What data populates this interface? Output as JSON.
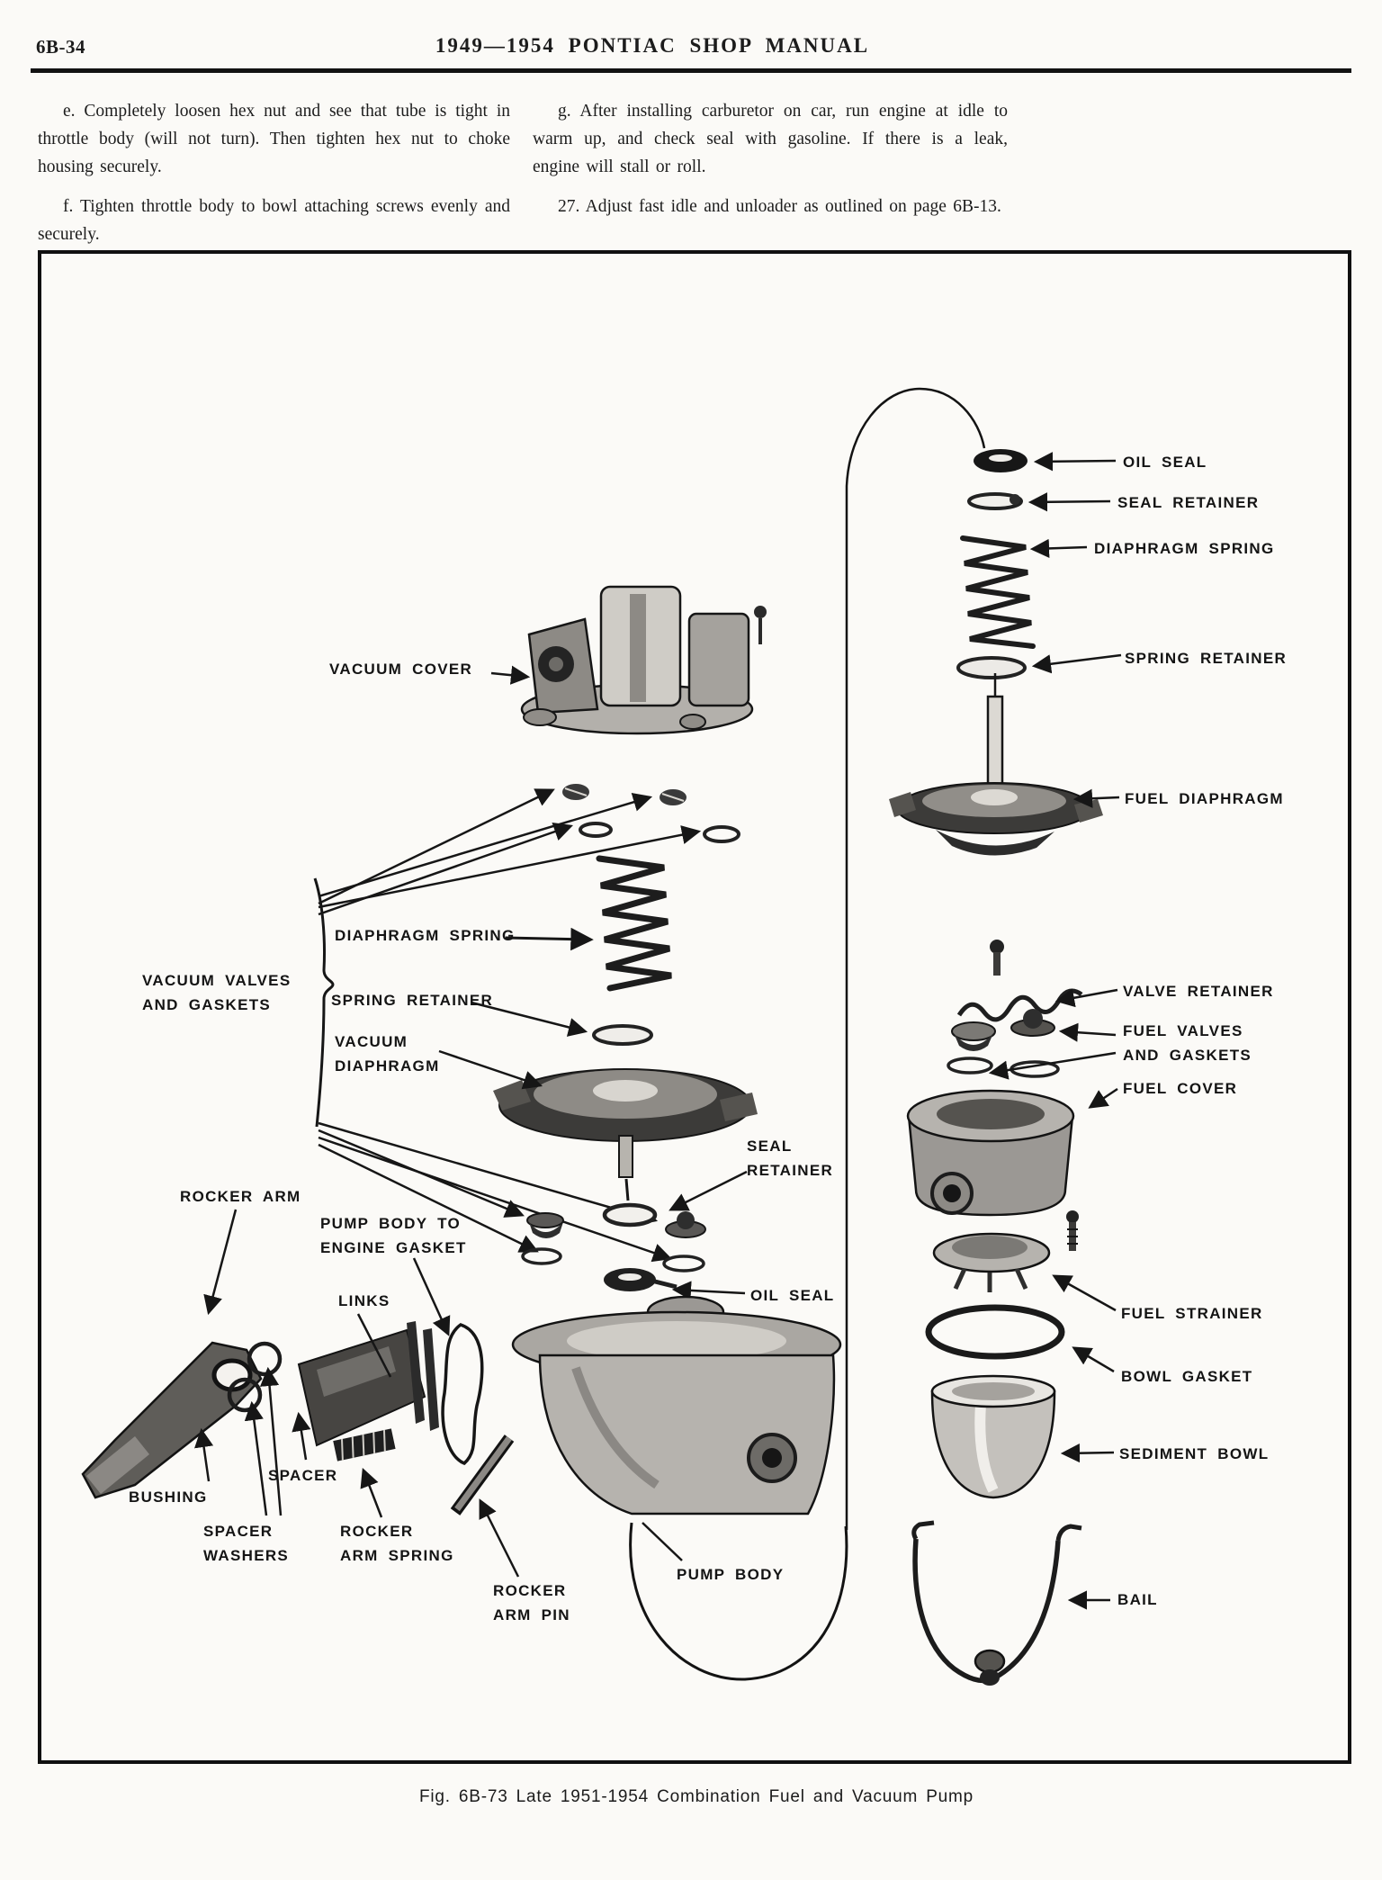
{
  "theme": {
    "paper": "#fbfaf7",
    "ink": "#1a1a1a"
  },
  "page": {
    "page_number": "6B-34",
    "header_title": "1949—1954 PONTIAC SHOP MANUAL"
  },
  "text_columns": {
    "left": [
      {
        "text": "e. Completely loosen hex nut and see that tube is tight in throttle body (will not turn).  Then tighten hex nut to choke housing securely."
      },
      {
        "text": "f. Tighten throttle body to bowl attaching screws evenly and securely."
      }
    ],
    "right": [
      {
        "text": "g. After installing carburetor on car, run engine at idle to warm up, and check seal with gasoline.  If there is a leak, engine will stall or roll."
      },
      {
        "text": "27. Adjust fast idle and unloader as outlined on page 6B-13."
      }
    ]
  },
  "figure": {
    "caption": "Fig. 6B-73   Late 1951-1954 Combination Fuel and Vacuum Pump",
    "labels": {
      "vacuum_cover": "VACUUM COVER",
      "diaphragm_spring_left": "DIAPHRAGM SPRING",
      "vacuum_valves_and_gaskets": "VACUUM VALVES\nAND GASKETS",
      "spring_retainer_left": "SPRING RETAINER",
      "vacuum_diaphragm": "VACUUM\nDIAPHRAGM",
      "rocker_arm": "ROCKER ARM",
      "pump_body_to_engine_gasket": "PUMP BODY TO\nENGINE GASKET",
      "links": "LINKS",
      "seal_retainer_center": "SEAL\nRETAINER",
      "oil_seal_center": "OIL SEAL",
      "bushing": "BUSHING",
      "spacer": "SPACER",
      "spacer_washers": "SPACER\nWASHERS",
      "rocker_arm_spring": "ROCKER\nARM SPRING",
      "rocker_arm_pin": "ROCKER\nARM PIN",
      "pump_body": "PUMP BODY",
      "oil_seal_right": "OIL SEAL",
      "seal_retainer_right": "SEAL RETAINER",
      "diaphragm_spring_right": "DIAPHRAGM SPRING",
      "spring_retainer_right": "SPRING RETAINER",
      "fuel_diaphragm": "FUEL DIAPHRAGM",
      "valve_retainer": "VALVE RETAINER",
      "fuel_valves_and_gaskets": "FUEL VALVES\nAND GASKETS",
      "fuel_cover": "FUEL COVER",
      "fuel_strainer": "FUEL STRAINER",
      "bowl_gasket": "BOWL GASKET",
      "sediment_bowl": "SEDIMENT BOWL",
      "bail": "BAIL"
    }
  }
}
